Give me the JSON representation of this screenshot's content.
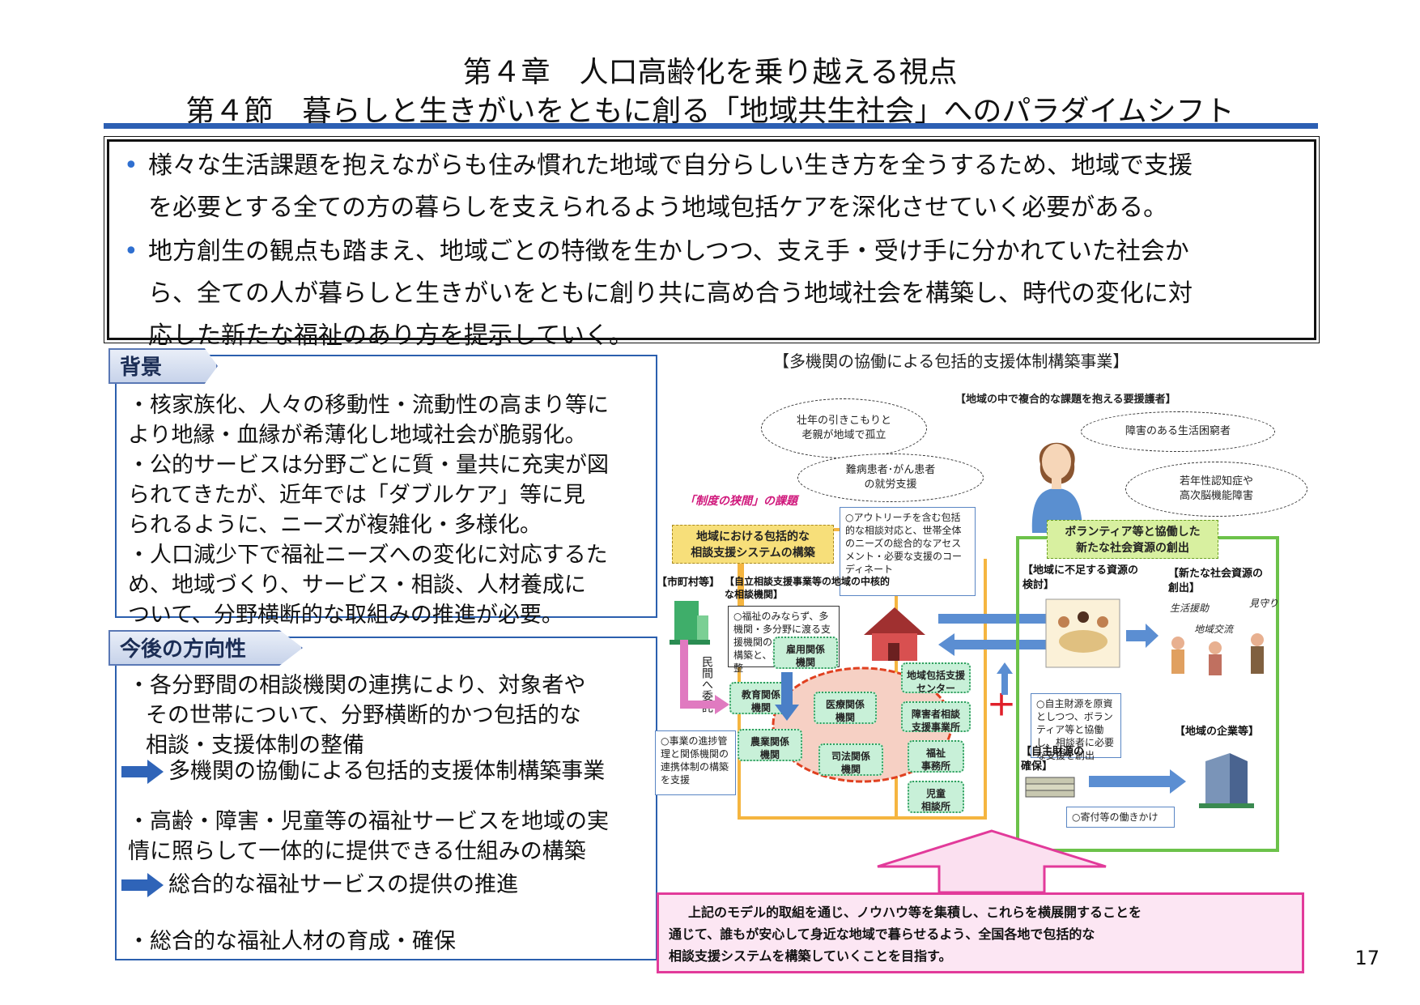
{
  "title": {
    "line1": "第４章　人口高齢化を乗り越える視点",
    "line2": "第４節　暮らしと生きがいをともに創る「地域共生社会」へのパラダイムシフト"
  },
  "summary": {
    "bullet": "•",
    "lines": [
      "様々な生活課題を抱えながらも住み慣れた地域で自分らしい生き方を全うするため、地域で支援",
      "を必要とする全ての方の暮らしを支えられるよう地域包括ケアを深化させていく必要がある。",
      "地方創生の観点も踏まえ、地域ごとの特徴を生かしつつ、支え手・受け手に分かれていた社会か",
      "ら、全ての人が暮らしと生きがいをともに創り共に高め合う地域社会を構築し、時代の変化に対",
      "応した新たな福祉のあり方を提示していく。"
    ]
  },
  "background": {
    "tag": "背景",
    "lines": [
      "・核家族化、人々の移動性・流動性の高まり等に",
      "より地縁・血縁が希薄化し地域社会が脆弱化。",
      "・公的サービスは分野ごとに質・量共に充実が図",
      "られてきたが、近年では「ダブルケア」等に見",
      "られるように、ニーズが複雑化・多様化。",
      "・人口減少下で福祉ニーズへの変化に対応するた",
      "め、地域づくり、サービス・相談、人材養成に",
      "ついて、分野横断的な取組みの推進が必要。"
    ]
  },
  "direction": {
    "tag": "今後の方向性",
    "item1": [
      "・各分野間の相談機関の連携により、対象者や",
      "その世帯について、分野横断的かつ包括的な",
      "相談・支援体制の整備"
    ],
    "result1": "多機関の協働による包括的支援体制構築事業",
    "item2": [
      "・高齢・障害・児童等の福祉サービスを地域の実",
      "情に照らして一体的に提供できる仕組みの構築"
    ],
    "result2": "総合的な福祉サービスの提供の推進",
    "item3": "・総合的な福祉人材の育成・確保"
  },
  "diagram": {
    "heading": "【多機関の協働による包括的支援体制構築事業】",
    "needs_title": "【地域の中で複合的な課題を抱える要援護者】",
    "clouds": [
      "壮年の引きこもりと\n老親が地域で孤立",
      "障害のある生活困窮者",
      "難病患者･がん患者\nの就労支援",
      "若年性認知症や\n高次脳機能障害"
    ],
    "gap_label": "「制度の狭間」の課題",
    "system_box": "地域における包括的な\n相談支援システムの構築",
    "outreach_note": "○アウトリーチを含む包括的な相談対応と、世帯全体のニーズの総合的なアセスメント・必要な支援のコーディネート",
    "municipality": "【市町村等】",
    "core_agency": "【自立相談支援事業等の地域の中核的な相談機関】",
    "core_note": "○福祉のみならず、多機関・多分野に渡る支援機関のネットワーク構築と、支援内容の調整",
    "outsourcing": "民間へ委託",
    "progress_note": "○事業の進捗管理と関係機関の連携体制の構築を支援",
    "agencies": [
      "雇用関係\n機関",
      "教育関係\n機関",
      "医療関係\n機関",
      "農業関係\n機関",
      "司法関係\n機関"
    ],
    "agencies_right": [
      "地域包括支援\nセンター",
      "障害者相談\n支援事業所",
      "福祉\n事務所",
      "児童\n相談所"
    ],
    "volunteer_box": "ボランティア等と協働した\n新たな社会資源の創出",
    "shortage": "【地域に不足する資源の\n検討】",
    "new_resource": "【新たな社会資源の\n創出】",
    "resource_labels": [
      "生活援助",
      "見守り",
      "地域交流"
    ],
    "own_funds_note": "○自主財源を原資としつつ、ボランティア等と協働し、相談者に必要な支援を創出",
    "own_funds": "【自主財源の\n確保】",
    "companies": "【地域の企業等】",
    "donation_note": "○寄付等の働きかけ",
    "plus": "＋",
    "conclusion": [
      "上記のモデル的取組を通じ、ノウハウ等を集積し、これらを横展開することを",
      "通じて、誰もが安心して身近な地域で暮らせるよう、全国各地で包括的な",
      "相談支援システムを構築していくことを目指す。"
    ],
    "colors": {
      "orange": "#f5b540",
      "green": "#6cc24a",
      "blue": "#4a7fc7",
      "pink": "#e23a9a"
    }
  },
  "page_number": "17"
}
